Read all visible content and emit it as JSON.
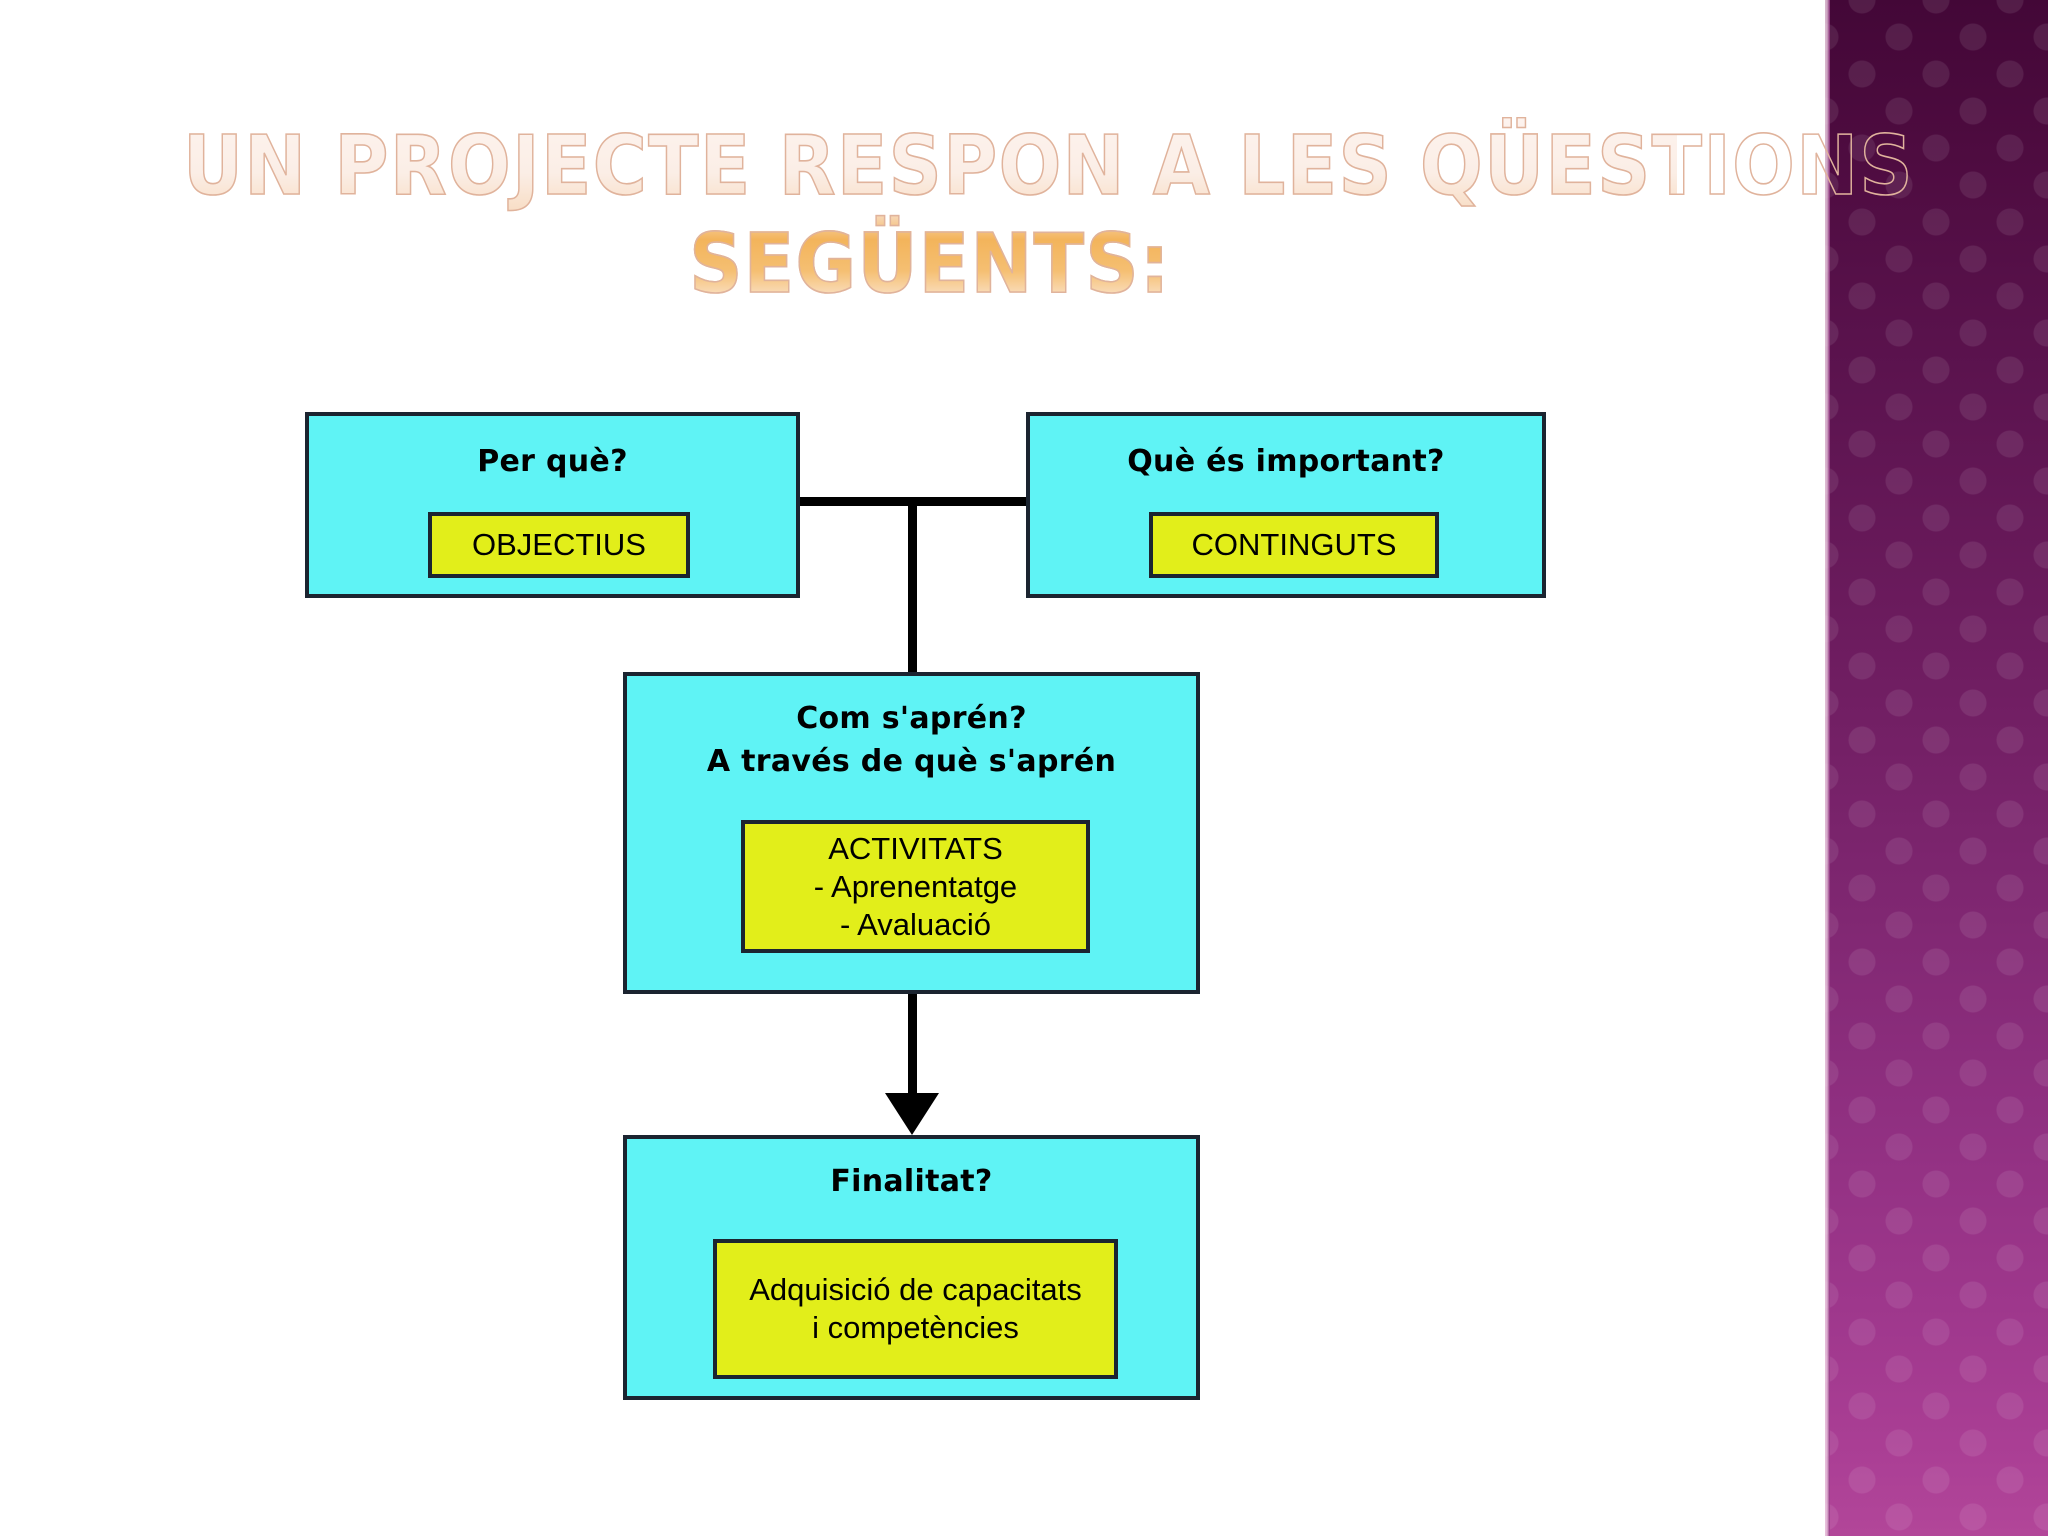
{
  "slide": {
    "title_line_1": "Un projecte respon a les qüestions",
    "title_line_2": "següents:",
    "title_gradient_top": "#fdf3ee",
    "title_gradient_mid": "#f3b45b",
    "title_outline": "#e0b39c",
    "background": "#ffffff"
  },
  "side_panel": {
    "gradient_top": "#430737",
    "gradient_bottom": "#b24699",
    "edge_highlight": "#f3d9e9"
  },
  "palette": {
    "node_fill": "#5FF3F5",
    "chip_fill": "#E2EE1A",
    "stroke": "#1b2430",
    "connector": "#000000"
  },
  "flowchart": {
    "type": "flowchart",
    "nodes": [
      {
        "id": "objectius",
        "question": "Per què?",
        "chip_lines": [
          "OBJECTIUS"
        ]
      },
      {
        "id": "continguts",
        "question": "Què és important?",
        "chip_lines": [
          "CONTINGUTS"
        ]
      },
      {
        "id": "activitats",
        "question_line_1": "Com s'aprén?",
        "question_line_2": "A través de què s'aprén",
        "chip_lines": [
          "ACTIVITATS",
          "- Aprenentatge",
          "- Avaluació"
        ]
      },
      {
        "id": "finalitat",
        "question": "Finalitat?",
        "chip_lines": [
          "Adquisició de capacitats",
          "i competències"
        ]
      }
    ],
    "edges": [
      {
        "from": "objectius",
        "to": "continguts",
        "style": "plain-line"
      },
      {
        "from": "junction",
        "to": "activitats",
        "style": "plain-line"
      },
      {
        "from": "activitats",
        "to": "finalitat",
        "style": "arrow-down"
      }
    ]
  }
}
